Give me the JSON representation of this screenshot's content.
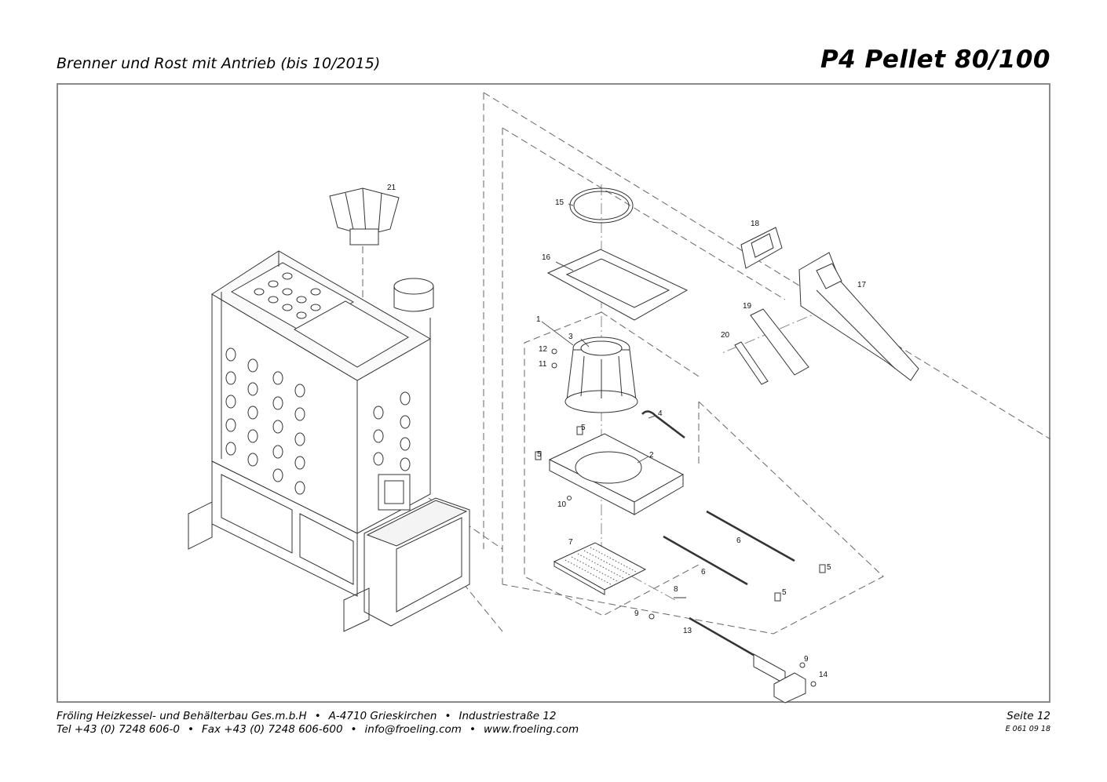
{
  "header": {
    "subtitle": "Brenner und Rost mit Antrieb (bis 10/2015)",
    "model": "P4 Pellet 80/100"
  },
  "diagram": {
    "part_numbers": [
      "1",
      "2",
      "3",
      "4",
      "5",
      "5",
      "5",
      "5",
      "6",
      "6",
      "7",
      "8",
      "9",
      "9",
      "10",
      "11",
      "12",
      "13",
      "14",
      "15",
      "16",
      "17",
      "18",
      "19",
      "20",
      "21"
    ]
  },
  "footer": {
    "company": "Fröling Heizkessel- und Behälterbau Ges.m.b.H",
    "address": "A-4710 Grieskirchen",
    "street": "Industriestraße 12",
    "tel": "Tel +43 (0) 7248 606-0",
    "fax": "Fax +43 (0) 7248 606-600",
    "email": "info@froeling.com",
    "web": "www.froeling.com",
    "bullet": "•",
    "page": "Seite 12",
    "doc_number": "E 061 09 18"
  }
}
